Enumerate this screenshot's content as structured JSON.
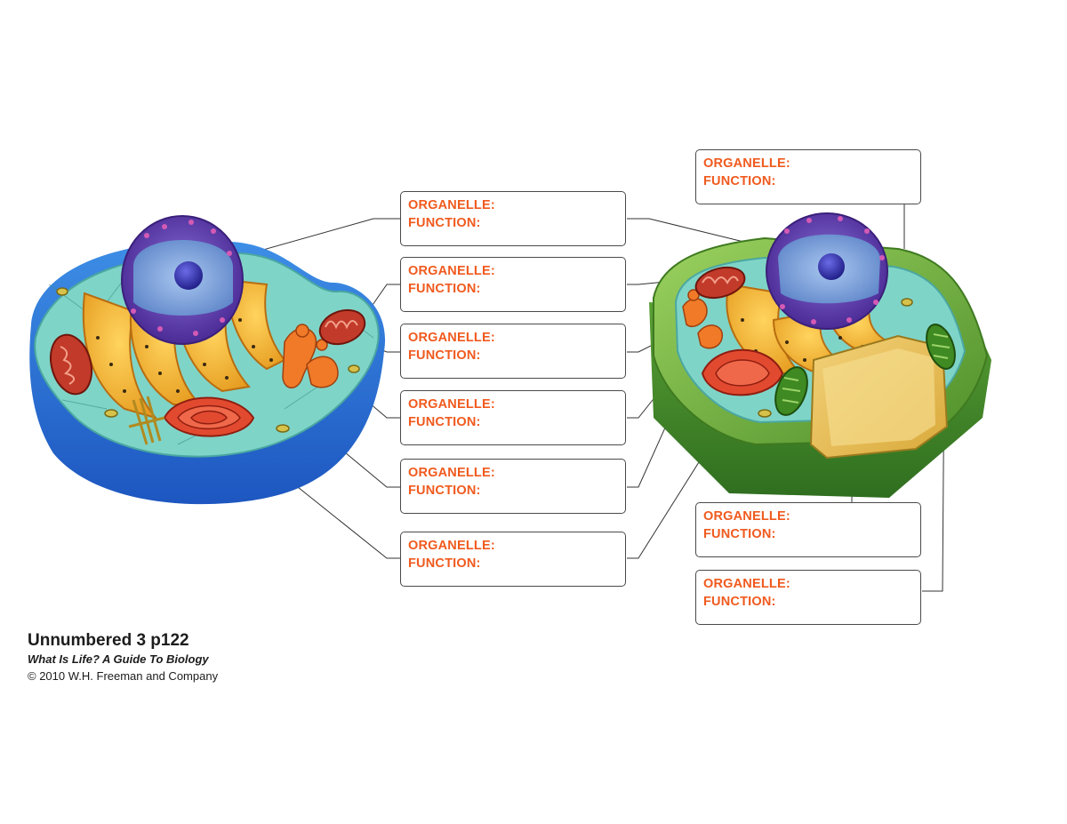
{
  "colors": {
    "accent": "#f05a1e",
    "box_border": "#4a4a4a",
    "leader_line": "#333333"
  },
  "labels": [
    {
      "organelle": "ORGANELLE:",
      "function": "FUNCTION:"
    },
    {
      "organelle": "ORGANELLE:",
      "function": "FUNCTION:"
    },
    {
      "organelle": "ORGANELLE:",
      "function": "FUNCTION:"
    },
    {
      "organelle": "ORGANELLE:",
      "function": "FUNCTION:"
    },
    {
      "organelle": "ORGANELLE:",
      "function": "FUNCTION:"
    },
    {
      "organelle": "ORGANELLE:",
      "function": "FUNCTION:"
    },
    {
      "organelle": "ORGANELLE:",
      "function": "FUNCTION:"
    },
    {
      "organelle": "ORGANELLE:",
      "function": "FUNCTION:"
    },
    {
      "organelle": "ORGANELLE:",
      "function": "FUNCTION:"
    }
  ],
  "credit": {
    "title": "Unnumbered 3 p122",
    "book": "What Is Life? A Guide To Biology",
    "copyright": "© 2010 W.H. Freeman and Company"
  }
}
